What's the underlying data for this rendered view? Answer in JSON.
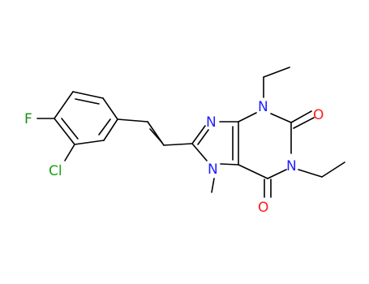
{
  "molecule": {
    "atom_labels": {
      "fluorine": "F",
      "chlorine": "Cl",
      "nitrogen_imidazole_upper": "N",
      "nitrogen_imidazole_lower": "N",
      "nitrogen_3": "N",
      "nitrogen_1": "N",
      "oxygen_c2": "O",
      "oxygen_c6": "O"
    }
  },
  "colors": {
    "background": "#ffffff",
    "bond": "#000000",
    "nitrogen": "#1f1fff",
    "oxygen": "#ff1a1a",
    "fluorine": "#1a8c1a",
    "chlorine": "#1a9f1a"
  }
}
